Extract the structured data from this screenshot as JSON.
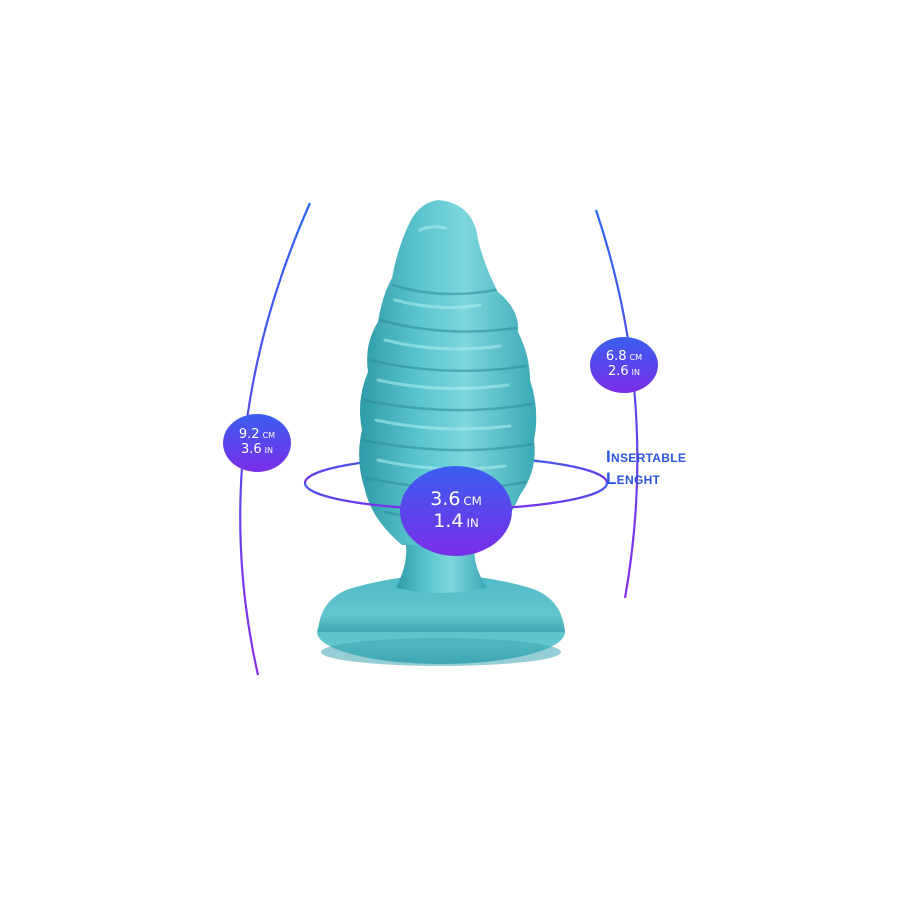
{
  "colors": {
    "background": "#ffffff",
    "product": "#4bb8c4",
    "product_highlight": "#9ae0e6",
    "measure_top": "#2a66f0",
    "measure_bottom": "#7a2ee8",
    "label_text": "#2c56e0"
  },
  "measurements": {
    "total_length": {
      "cm_value": "9.2",
      "cm_unit": "CM",
      "in_value": "3.6",
      "in_unit": "IN"
    },
    "insertable_length": {
      "cm_value": "6.8",
      "cm_unit": "CM",
      "in_value": "2.6",
      "in_unit": "IN"
    },
    "width": {
      "cm_value": "3.6",
      "cm_unit": "CM",
      "in_value": "1.4",
      "in_unit": "IN"
    }
  },
  "insertable_label": {
    "line1": "Insertable",
    "line2": "Lenght"
  }
}
